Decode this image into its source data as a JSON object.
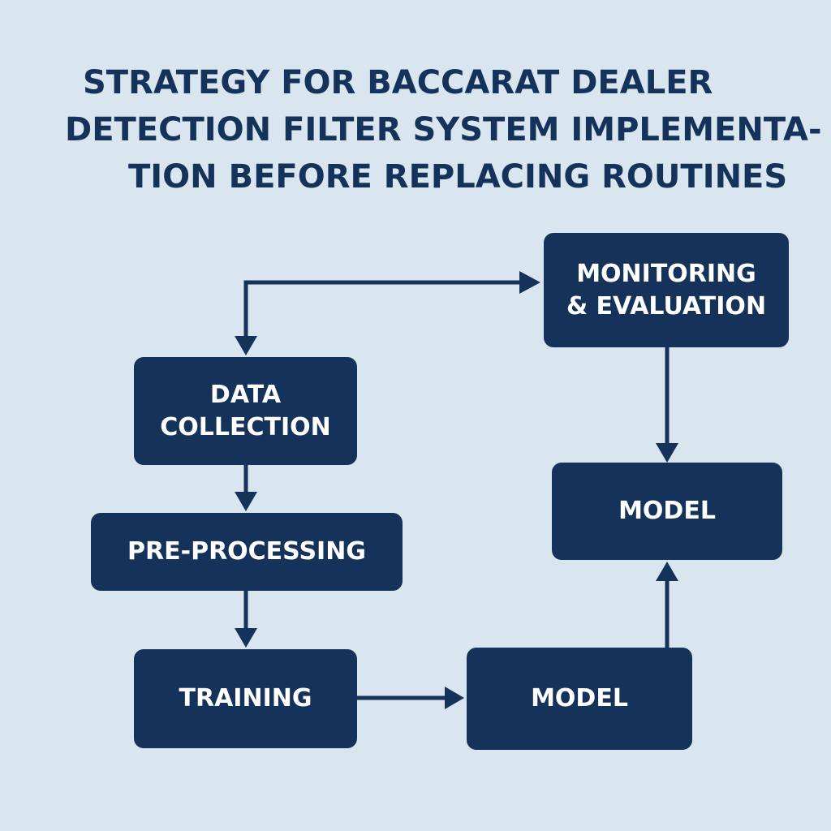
{
  "title": {
    "lines": [
      "STRATEGY FOR BACCARAT DEALER",
      "DETECTION FILTER SYSTEM IMPLEMENTA-",
      "TION BEFORE REPLACING ROUTINES"
    ]
  },
  "nodes": {
    "monitoring": "MONITORING\n& EVALUATION",
    "data_collection": "DATA\nCOLLECTION",
    "pre_processing": "PRE-PROCESSING",
    "training": "TRAINING",
    "model_bottom": "MODEL",
    "model_right": "MODEL"
  },
  "edges": [
    {
      "from": "monitoring",
      "to": "data_collection"
    },
    {
      "from": "data_collection",
      "to": "pre_processing"
    },
    {
      "from": "pre_processing",
      "to": "training"
    },
    {
      "from": "training",
      "to": "model_bottom"
    },
    {
      "from": "model_bottom",
      "to": "model_right"
    },
    {
      "from": "monitoring",
      "to": "model_right"
    }
  ],
  "colors": {
    "background": "#dae6ef",
    "node_fill": "#14325a",
    "node_text": "#ffffff",
    "title_text": "#14325a",
    "arrow": "#14325a"
  }
}
